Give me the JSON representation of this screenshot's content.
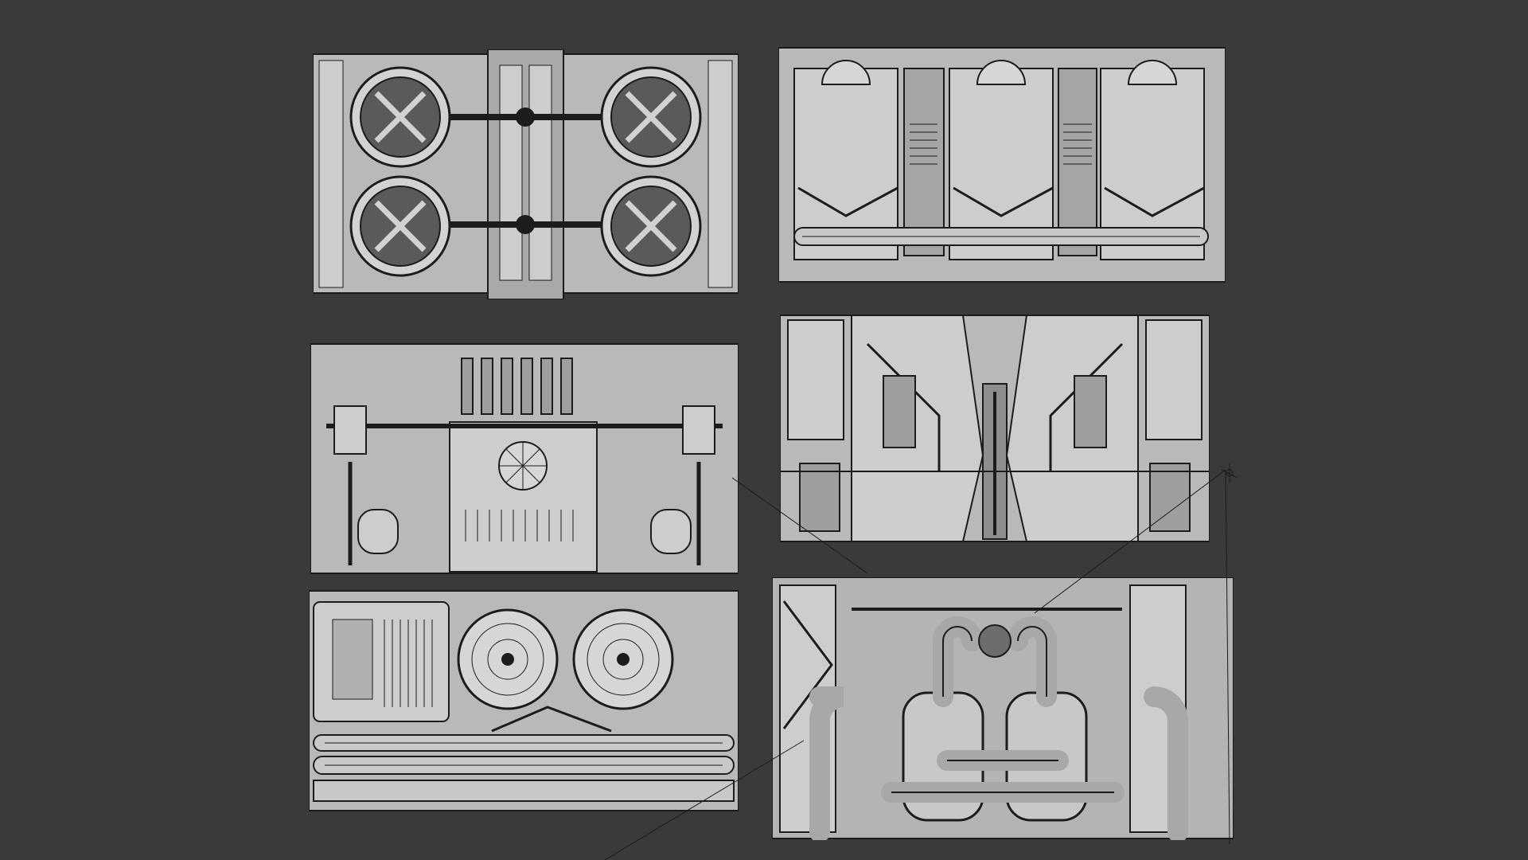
{
  "scene": {
    "background": "#3a3a3b",
    "surface": "#b9b9bb",
    "surface_light": "#cdcdcf",
    "surface_dark": "#8e8e91",
    "wire": "#1c1c1e",
    "detail": "#6d6d70"
  },
  "panels": [
    {
      "id": "fan-quad-panel",
      "icon": "quad-fan-icon"
    },
    {
      "id": "dome-tank-panel",
      "icon": "dome-tank-icon"
    },
    {
      "id": "engine-block-panel",
      "icon": "engine-icon"
    },
    {
      "id": "bulkhead-panel",
      "icon": "bulkhead-icon"
    },
    {
      "id": "turbine-pipe-panel",
      "icon": "turbine-icon"
    },
    {
      "id": "tank-pipe-panel",
      "icon": "pipe-tank-icon"
    }
  ]
}
